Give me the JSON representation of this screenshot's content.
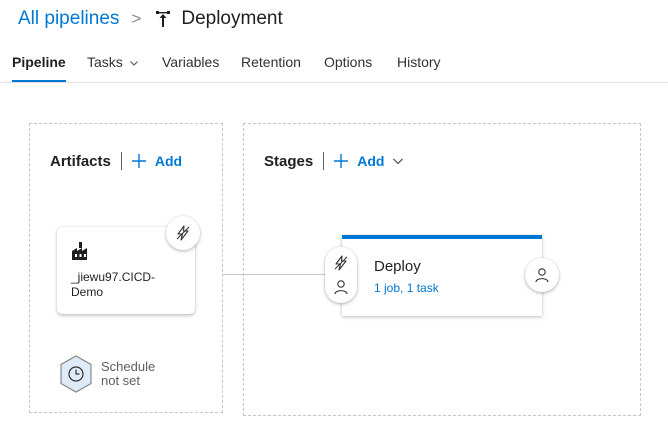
{
  "breadcrumb": {
    "parent": "All pipelines",
    "separator": ">",
    "title": "Deployment"
  },
  "tabs": [
    {
      "label": "Pipeline",
      "active": true
    },
    {
      "label": "Tasks",
      "has_dropdown": true
    },
    {
      "label": "Variables"
    },
    {
      "label": "Retention"
    },
    {
      "label": "Options"
    },
    {
      "label": "History"
    }
  ],
  "artifacts": {
    "title": "Artifacts",
    "add_label": "Add",
    "artifact_name": "_jiewu97.CICD-\nDemo",
    "trigger_icon": "lightning-icon",
    "schedule_line1": "Schedule",
    "schedule_line2": "not set"
  },
  "stages": {
    "title": "Stages",
    "add_label": "Add",
    "stage_name": "Deploy",
    "stage_meta": "1 job, 1 task"
  },
  "colors": {
    "accent": "#0078d4",
    "text": "#323130",
    "muted": "#605e5c",
    "border": "#c8c6c4"
  }
}
